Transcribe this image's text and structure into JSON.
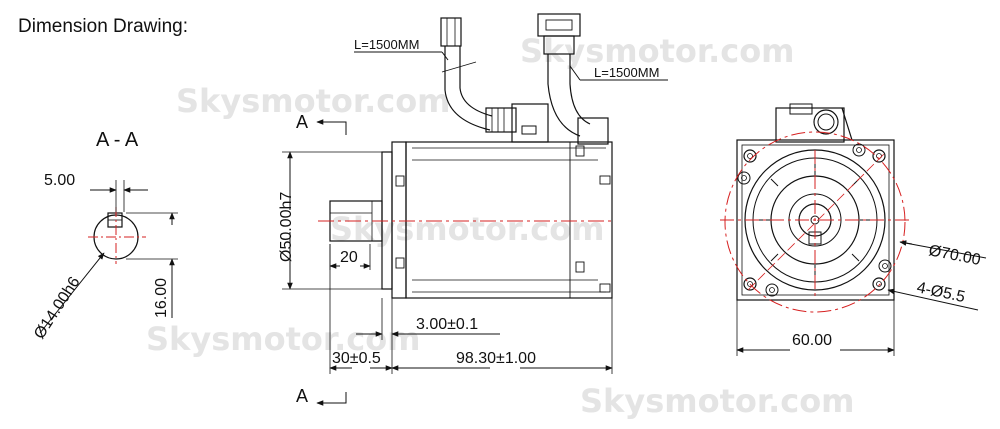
{
  "title": "Dimension Drawing:",
  "watermark": "Skysmotor.com",
  "section_view": {
    "label": "A - A",
    "key_width": "5.00",
    "shaft_diameter": "Ø14.00h6",
    "key_height": "16.00"
  },
  "side_view": {
    "section_marker": "A",
    "cable_length_power": "L=1500MM",
    "cable_length_encoder": "L=1500MM",
    "pilot_diameter": "Ø50.00h7",
    "key_length": "20",
    "flange_thickness": "3.00±0.1",
    "shaft_length": "30±0.5",
    "body_length": "98.30±1.00"
  },
  "front_view": {
    "pcd": "Ø70.00",
    "mount_holes": "4-Ø5.5",
    "flange_width": "60.00"
  },
  "colors": {
    "line": "#111111",
    "centerline": "#d62020",
    "watermark": "#e4e4e4"
  }
}
